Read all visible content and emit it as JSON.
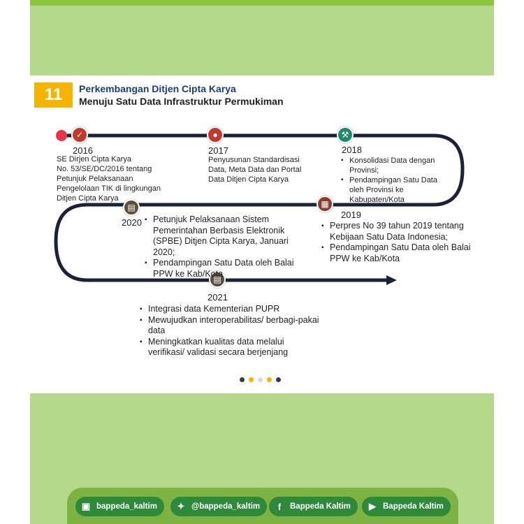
{
  "header": {
    "number": "11",
    "title_line1": "Perkembangan Ditjen Cipta Karya",
    "title_line2": "Menuju Satu Data Infrastruktur Permukiman"
  },
  "timeline": {
    "y2016": {
      "year": "2016",
      "lines": [
        "SE Dirjen Cipta Karya",
        "No. 53/SE/DC/2016 tentang",
        "Petunjuk Pelaksanaan",
        "Pengelolaan TIK di lingkungan",
        "Ditjen Cipta Karya"
      ]
    },
    "y2017": {
      "year": "2017",
      "lines": [
        "Penyusunan Standardisasi",
        "Data, Meta Data dan Portal",
        "Data Ditjen Cipta Karya"
      ]
    },
    "y2018": {
      "year": "2018",
      "items": [
        "Konsolidasi Data dengan Provinsi;",
        "Pendampingan Satu Data oleh Provinsi ke Kabupaten/Kota"
      ]
    },
    "y2019": {
      "year": "2019",
      "items": [
        "Perpres No 39 tahun 2019 tentang Kebijaan Satu Data Indonesia;",
        "Pendampingan Satu Data oleh Balai PPW ke Kab/Kota"
      ]
    },
    "y2020": {
      "year": "2020",
      "items": [
        "Petunjuk Pelaksanaan Sistem Pemerintahan Berbasis Elektronik (SPBE) Ditjen Cipta Karya, Januari 2020;",
        "Pendampingan Satu Data oleh Balai PPW ke Kab/Kota"
      ]
    },
    "y2021": {
      "year": "2021",
      "items": [
        "Integrasi data Kementerian PUPR",
        "Mewujudkan interoperabilitas/ berbagi-pakai data",
        "Meningkatkan kualitas data melalui verifikasi/ validasi secara berjenjang"
      ]
    }
  },
  "social": {
    "instagram": "bappeda_kaltim",
    "twitter": "@bappeda_kaltim",
    "facebook": "Bappeda Kaltim",
    "youtube": "Bappeda Kaltim"
  },
  "colors": {
    "accent": "#f4b400",
    "title": "#1e3a78",
    "road": "#1a2238",
    "green": "#2e8a3a"
  }
}
